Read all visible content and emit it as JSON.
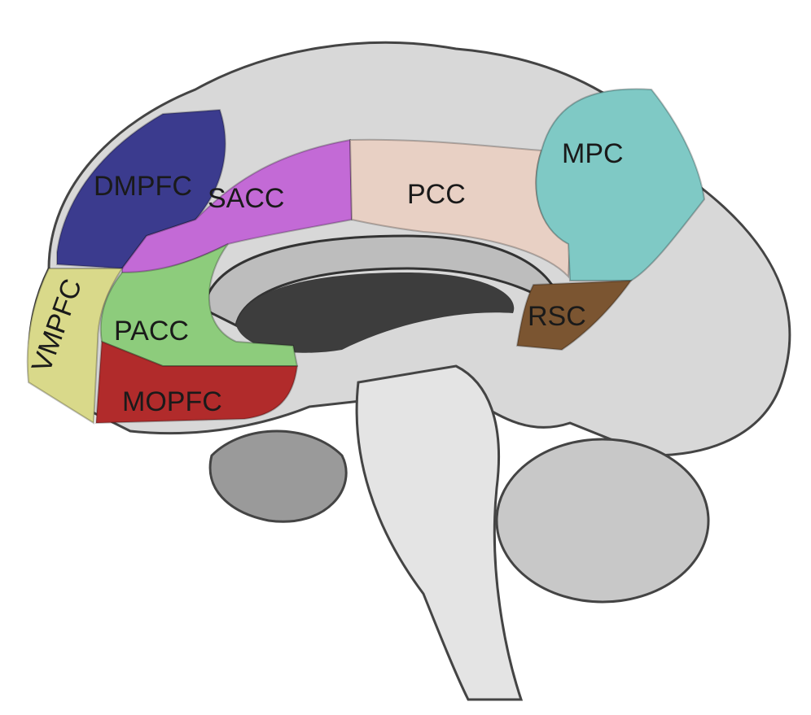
{
  "regions": [
    {
      "id": "dmpfc",
      "label": "DMPFC",
      "color": "#3b3b8e"
    },
    {
      "id": "sacc",
      "label": "SACC",
      "color": "#c36ad6"
    },
    {
      "id": "pcc",
      "label": "PCC",
      "color": "#e8d0c4"
    },
    {
      "id": "mpc",
      "label": "MPC",
      "color": "#7fc9c5"
    },
    {
      "id": "vmpfc",
      "label": "VMPFC",
      "color": "#d9d98a"
    },
    {
      "id": "pacc",
      "label": "PACC",
      "color": "#8dcc7c"
    },
    {
      "id": "mopfc",
      "label": "MOPFC",
      "color": "#b12b2b"
    },
    {
      "id": "rsc",
      "label": "RSC",
      "color": "#7b5531"
    }
  ]
}
